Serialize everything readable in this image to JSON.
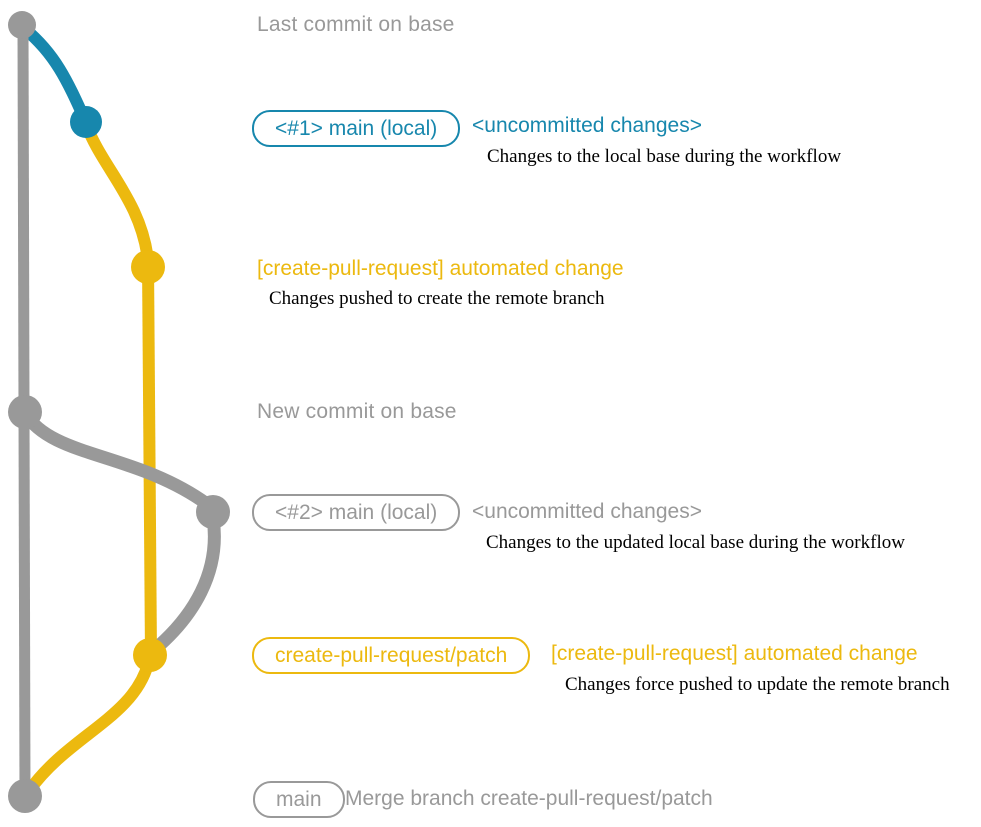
{
  "colors": {
    "gray": "#999999",
    "teal": "#1787ad",
    "yellow": "#ecb90f",
    "ink": "#000000",
    "bg": "#ffffff"
  },
  "graph": {
    "branches": [
      {
        "name": "base",
        "color_key": "gray"
      },
      {
        "name": "main-local",
        "color_key": "teal"
      },
      {
        "name": "create-pull-request-patch",
        "color_key": "yellow"
      }
    ],
    "commit_nodes": [
      {
        "id": "last-commit-on-base",
        "color_key": "gray"
      },
      {
        "id": "local-main-1",
        "color_key": "teal"
      },
      {
        "id": "automated-change-1",
        "color_key": "yellow"
      },
      {
        "id": "new-commit-on-base",
        "color_key": "gray"
      },
      {
        "id": "local-main-2",
        "color_key": "gray"
      },
      {
        "id": "automated-change-2",
        "color_key": "yellow"
      },
      {
        "id": "merge-commit",
        "color_key": "gray"
      }
    ]
  },
  "annotations": {
    "title_top": "Last commit on base",
    "title_mid": "New commit on base",
    "row1": {
      "badge": "<#1> main (local)",
      "status": "<uncommitted changes>",
      "desc": "Changes to the local base during the workflow"
    },
    "row2": {
      "label": "[create-pull-request] automated change",
      "desc": "Changes pushed to create the remote branch"
    },
    "row3": {
      "badge": "<#2> main (local)",
      "status": "<uncommitted changes>",
      "desc": "Changes to the updated local base during the workflow"
    },
    "row4": {
      "badge": "create-pull-request/patch",
      "label": "[create-pull-request] automated change",
      "desc": "Changes force pushed to update the remote branch"
    },
    "row5": {
      "badge": "main",
      "label": "Merge branch create-pull-request/patch"
    }
  }
}
